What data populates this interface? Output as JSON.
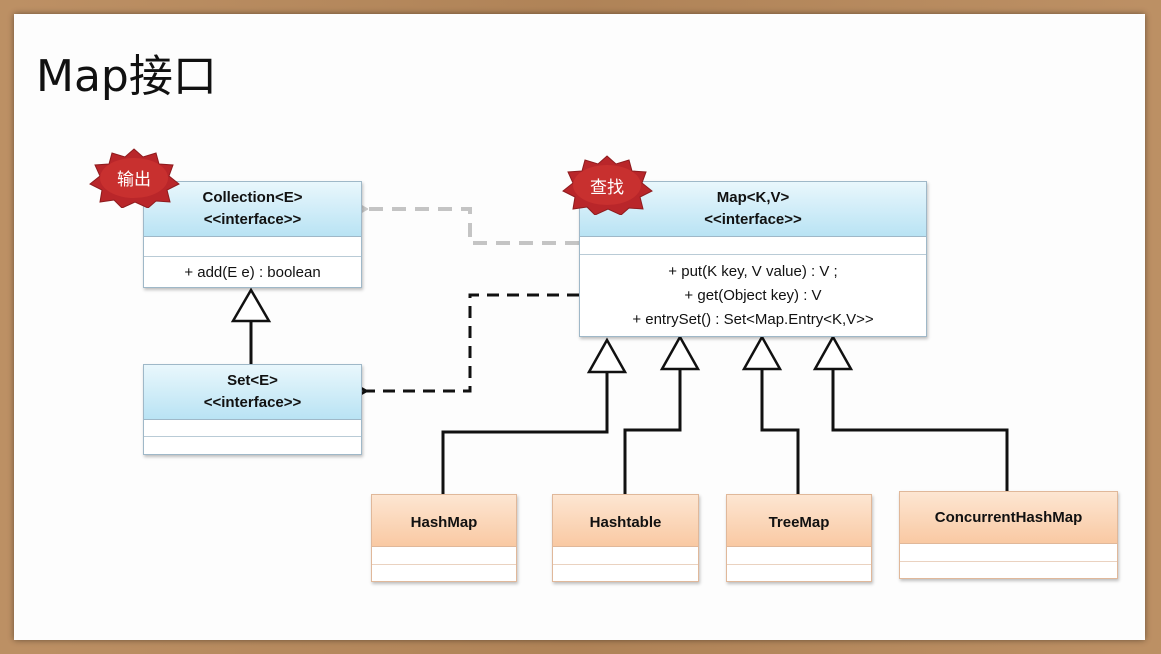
{
  "title": "Map接口",
  "badges": {
    "output": "输出",
    "lookup": "查找"
  },
  "interfaces": {
    "collection": {
      "name": "Collection<E>",
      "stereotype": "<<interface>>",
      "ops": [
        "+ add(E e) : boolean"
      ]
    },
    "set": {
      "name": "Set<E>",
      "stereotype": "<<interface>>"
    },
    "map": {
      "name": "Map<K,V>",
      "stereotype": "<<interface>>",
      "ops": [
        "+ put(K key,  V value) : V ;",
        "+ get(Object key) : V",
        "+ entrySet() : Set<Map.Entry<K,V>>"
      ]
    }
  },
  "classes": [
    "HashMap",
    "Hashtable",
    "TreeMap",
    "ConcurrentHashMap"
  ],
  "colors": {
    "interface_fill": "#b9e3f4",
    "class_fill": "#f9c9a3",
    "badge": "#c0282a",
    "board": "#fdfdfd"
  }
}
